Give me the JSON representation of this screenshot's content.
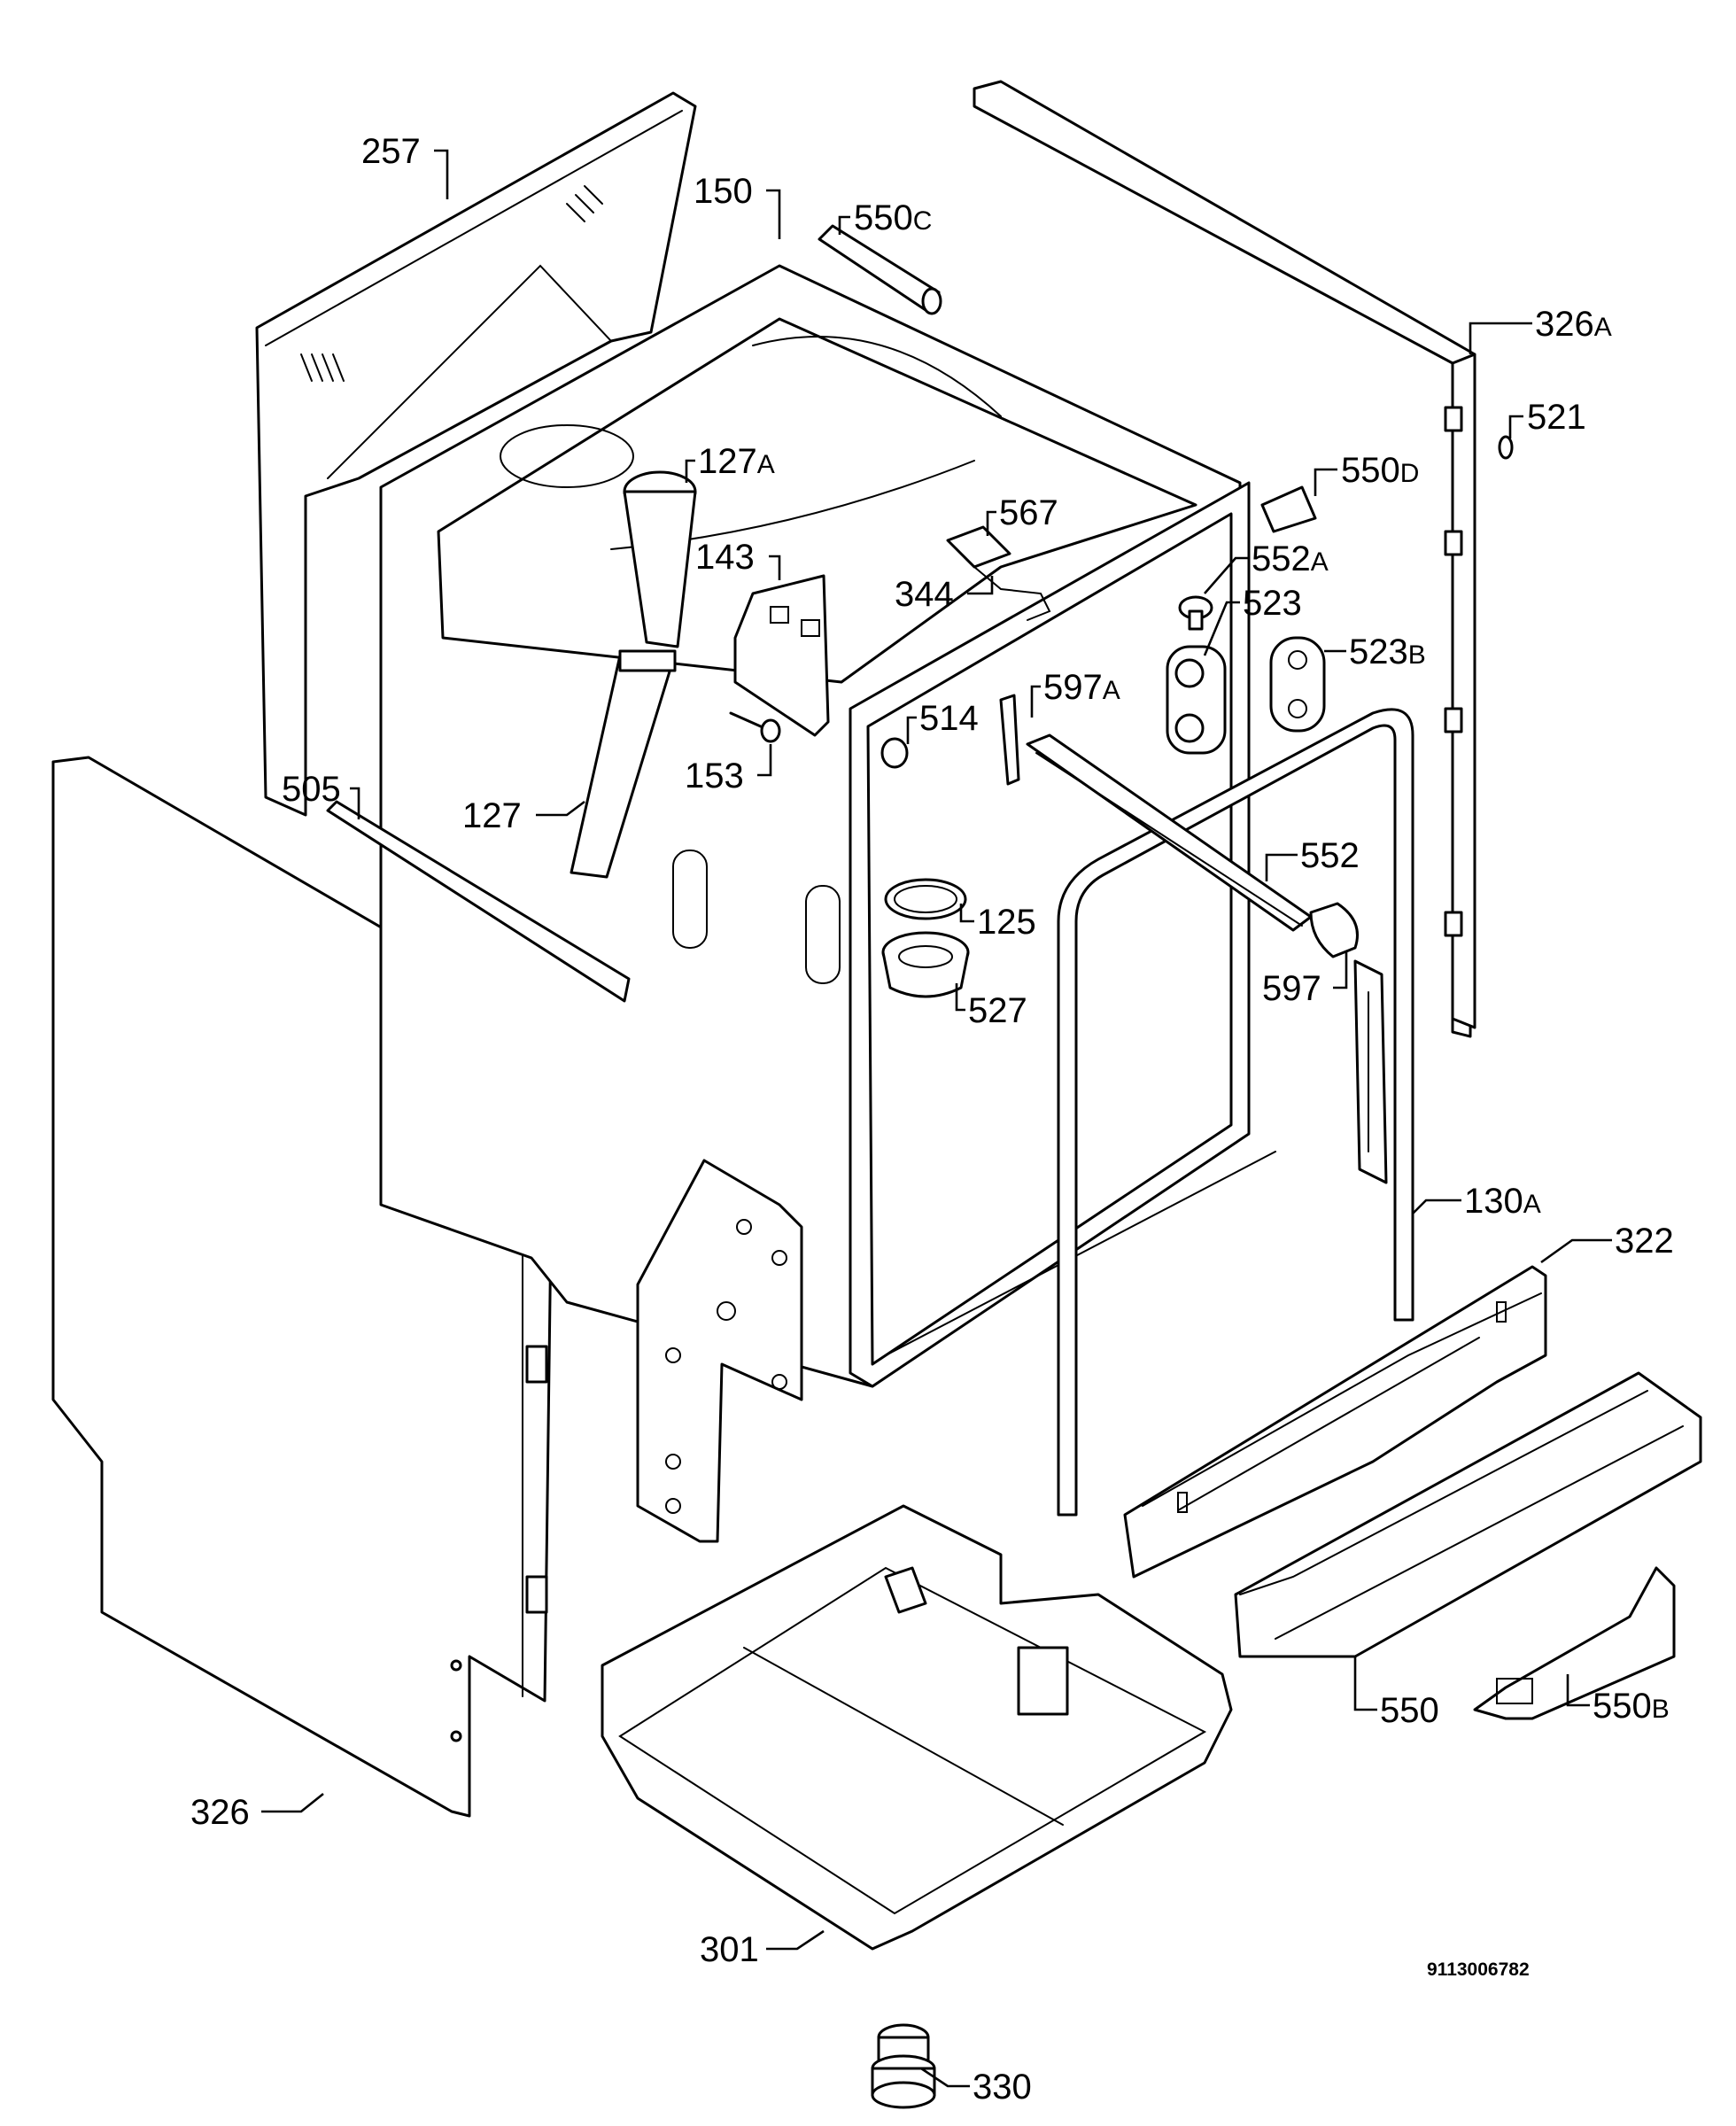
{
  "diagram": {
    "document_number": "9113006782",
    "callouts": [
      {
        "id": "257",
        "num": "257",
        "suffix": ""
      },
      {
        "id": "150",
        "num": "150",
        "suffix": ""
      },
      {
        "id": "550c",
        "num": "550",
        "suffix": "C"
      },
      {
        "id": "326a",
        "num": "326",
        "suffix": "A"
      },
      {
        "id": "521",
        "num": "521",
        "suffix": ""
      },
      {
        "id": "127a",
        "num": "127",
        "suffix": "A"
      },
      {
        "id": "550d",
        "num": "550",
        "suffix": "D"
      },
      {
        "id": "567",
        "num": "567",
        "suffix": ""
      },
      {
        "id": "143",
        "num": "143",
        "suffix": ""
      },
      {
        "id": "552a",
        "num": "552",
        "suffix": "A"
      },
      {
        "id": "344",
        "num": "344",
        "suffix": ""
      },
      {
        "id": "523",
        "num": "523",
        "suffix": ""
      },
      {
        "id": "523b",
        "num": "523",
        "suffix": "B"
      },
      {
        "id": "597a",
        "num": "597",
        "suffix": "A"
      },
      {
        "id": "514",
        "num": "514",
        "suffix": ""
      },
      {
        "id": "153",
        "num": "153",
        "suffix": ""
      },
      {
        "id": "505",
        "num": "505",
        "suffix": ""
      },
      {
        "id": "127",
        "num": "127",
        "suffix": ""
      },
      {
        "id": "552",
        "num": "552",
        "suffix": ""
      },
      {
        "id": "125",
        "num": "125",
        "suffix": ""
      },
      {
        "id": "597",
        "num": "597",
        "suffix": ""
      },
      {
        "id": "527",
        "num": "527",
        "suffix": ""
      },
      {
        "id": "130a",
        "num": "130",
        "suffix": "A"
      },
      {
        "id": "322",
        "num": "322",
        "suffix": ""
      },
      {
        "id": "550",
        "num": "550",
        "suffix": ""
      },
      {
        "id": "550b",
        "num": "550",
        "suffix": "B"
      },
      {
        "id": "326",
        "num": "326",
        "suffix": ""
      },
      {
        "id": "301",
        "num": "301",
        "suffix": ""
      },
      {
        "id": "330",
        "num": "330",
        "suffix": ""
      }
    ]
  }
}
